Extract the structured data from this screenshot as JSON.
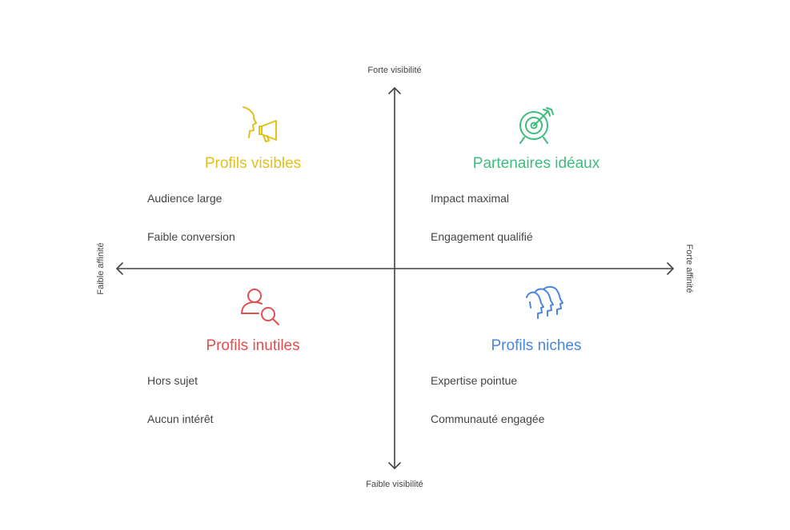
{
  "axes": {
    "top": "Forte visibilité",
    "bottom": "Faible visibilité",
    "left": "Faible affinité",
    "right": "Forte affinité"
  },
  "quadrants": {
    "top_left": {
      "title": "Profils visibles",
      "color": "#e0c21a",
      "icon": "megaphone-speaker-icon",
      "items": [
        "Audience large",
        "Faible conversion"
      ]
    },
    "top_right": {
      "title": "Partenaires idéaux",
      "color": "#3dbd7d",
      "icon": "target-arrow-icon",
      "items": [
        "Impact maximal",
        "Engagement qualifié"
      ]
    },
    "bottom_left": {
      "title": "Profils inutiles",
      "color": "#e05050",
      "icon": "user-search-icon",
      "items": [
        "Hors sujet",
        "Aucun intérêt"
      ]
    },
    "bottom_right": {
      "title": "Profils niches",
      "color": "#4a86e0",
      "icon": "heads-group-icon",
      "items": [
        "Expertise pointue",
        "Communauté engagée"
      ]
    }
  }
}
